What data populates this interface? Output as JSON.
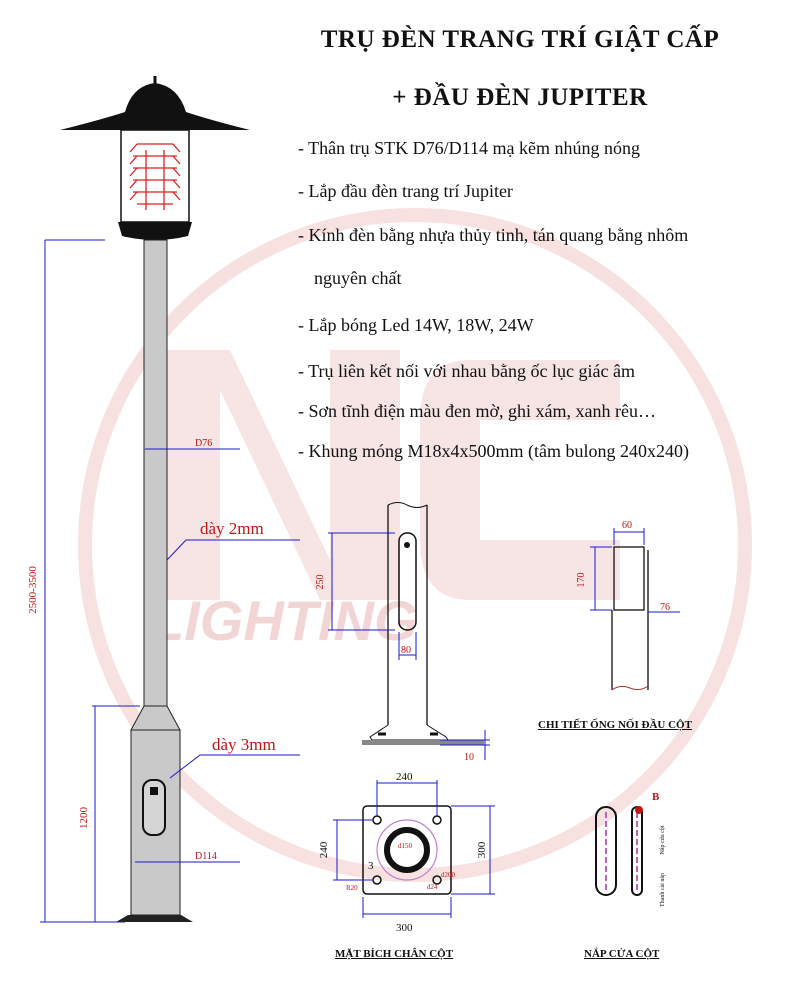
{
  "title": {
    "line1": "TRỤ ĐÈN TRANG TRÍ GIẬT CẤP",
    "line2": "+ ĐẦU ĐÈN JUPITER"
  },
  "specs": [
    "- Thân trụ STK D76/D114 mạ kẽm nhúng nóng",
    "- Lắp đầu đèn trang trí Jupiter",
    "- Kính đèn bằng nhựa thủy tinh, tán quang bằng nhôm",
    "nguyên chất",
    "- Lắp bóng Led 14W, 18W, 24W",
    "- Trụ liên kết nối với nhau bằng ốc lục giác âm",
    "- Sơn tĩnh điện màu đen mờ, ghi xám, xanh rêu…",
    "- Khung móng M18x4x500mm (tâm bulong 240x240)"
  ],
  "pole": {
    "total_height": "2500-3500",
    "lower_height": "1200",
    "upper_diameter": "D76",
    "lower_diameter": "D114",
    "upper_thickness": "dày 2mm",
    "lower_thickness": "dày 3mm"
  },
  "base_detail": {
    "height": "250",
    "width": "80",
    "plate": "10"
  },
  "joint_detail": {
    "width_top": "60",
    "height": "170",
    "outer": "76",
    "caption": "CHI TIẾT ỐNG NỐI ĐẦU CỘT"
  },
  "flange": {
    "top_dim": "240",
    "left_dim": "240",
    "right_dim": "300",
    "bottom_dim": "300",
    "center_hole": "d150",
    "small_label": "3",
    "bolt_circle": "d200",
    "hole": "d24",
    "radius": "R20",
    "caption": "MẶT BÍCH CHÂN CỘT"
  },
  "door": {
    "marker": "B",
    "label_a": "Nắp cửa cột",
    "label_b": "Thanh cài nắp",
    "caption": "NẮP CỬA CỘT"
  },
  "watermark": {
    "text": "LIGHTING",
    "color": "#e8b3b3"
  },
  "colors": {
    "dimension": "#1a1acc",
    "red_label": "#c01515",
    "pole": "#c9c9c9",
    "lamp": "#111111"
  }
}
